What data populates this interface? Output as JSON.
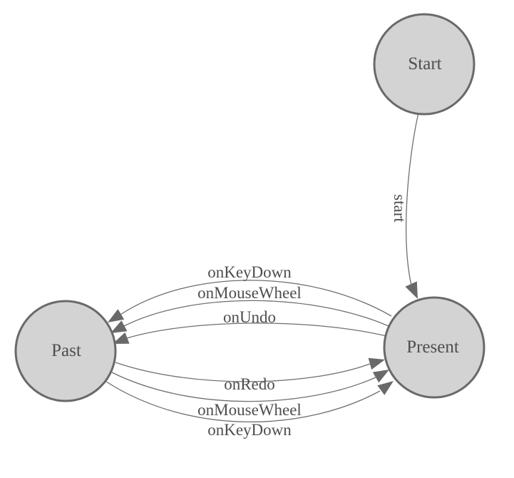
{
  "diagram": {
    "kind": "state-machine",
    "background": "#ffffff",
    "colors": {
      "node_fill": "#d3d3d3",
      "node_stroke": "#696969",
      "edge_stroke": "#6f6f6f",
      "arrow_fill": "#696969",
      "text": "#4e4e4e"
    },
    "nodes": [
      {
        "id": "start",
        "label": "Start"
      },
      {
        "id": "present",
        "label": "Present"
      },
      {
        "id": "past",
        "label": "Past"
      }
    ],
    "edges": [
      {
        "from": "start",
        "to": "present",
        "label": "start"
      },
      {
        "from": "present",
        "to": "past",
        "label": "onKeyDown"
      },
      {
        "from": "present",
        "to": "past",
        "label": "onMouseWheel"
      },
      {
        "from": "present",
        "to": "past",
        "label": "onUndo"
      },
      {
        "from": "past",
        "to": "present",
        "label": "onRedo"
      },
      {
        "from": "past",
        "to": "present",
        "label": "onMouseWheel"
      },
      {
        "from": "past",
        "to": "present",
        "label": "onKeyDown"
      }
    ]
  }
}
